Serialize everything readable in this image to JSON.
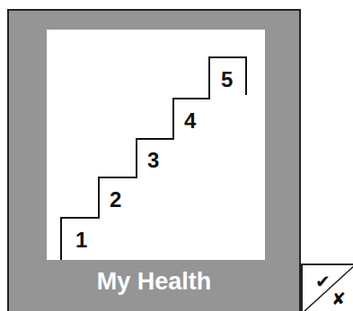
{
  "diagram": {
    "nodes": [
      {
        "text": [
          "My Health"
        ]
      },
      {
        "text": [
          "✔",
          "✘"
        ]
      }
    ],
    "labels": [
      "1",
      "2",
      "3",
      "4",
      "5"
    ]
  }
}
